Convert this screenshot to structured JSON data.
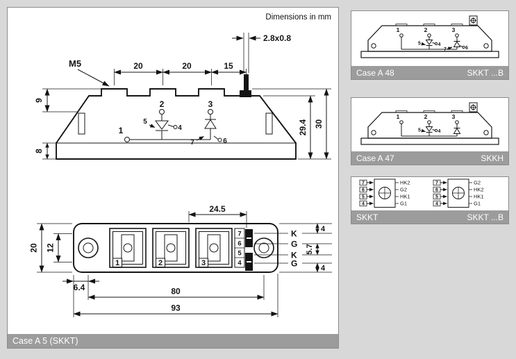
{
  "page": {
    "note": "Dimensions in mm"
  },
  "main": {
    "footer": "Case A 5 (SKKT)",
    "side": {
      "m5": "M5",
      "d20a": "20",
      "d20b": "20",
      "d15": "15",
      "tab": "2.8x0.8",
      "d9": "9",
      "d8": "8",
      "d294": "29.4",
      "d30": "30",
      "t1": "1",
      "t2": "2",
      "t3": "3",
      "p4": "4",
      "p5": "5",
      "p6": "6",
      "p7": "7"
    },
    "top": {
      "d245": "24.5",
      "d20": "20",
      "d12": "12",
      "d64": "6.4",
      "d80": "80",
      "d93": "93",
      "d4t": "4",
      "d57": "5.7",
      "d4b": "4",
      "k1": "K",
      "g1": "G",
      "k2": "K",
      "g2": "G",
      "t1": "1",
      "t2": "2",
      "t3": "3",
      "p7": "7",
      "p6": "6",
      "p5": "5",
      "p4": "4"
    }
  },
  "panel_a48": {
    "caption_left": "Case A 48",
    "caption_right": "SKKT ...B",
    "t1": "1",
    "t2": "2",
    "t3": "3",
    "p5": "5",
    "p4": "4",
    "p7": "7",
    "p6": "6"
  },
  "panel_a47": {
    "caption_left": "Case A 47",
    "caption_right": "SKKH",
    "t1": "1",
    "t2": "2",
    "t3": "3",
    "p5": "5",
    "p4": "4"
  },
  "panel_skkt": {
    "caption_left": "SKKT",
    "caption_right": "SKKT ...B",
    "left": {
      "pins": [
        "7",
        "6",
        "5",
        "4"
      ],
      "labels": [
        "HK2",
        "G2",
        "HK1",
        "G1"
      ]
    },
    "right": {
      "pins": [
        "7",
        "6",
        "5",
        "4"
      ],
      "labels": [
        "G2",
        "HK2",
        "HK1",
        "G1"
      ]
    }
  }
}
